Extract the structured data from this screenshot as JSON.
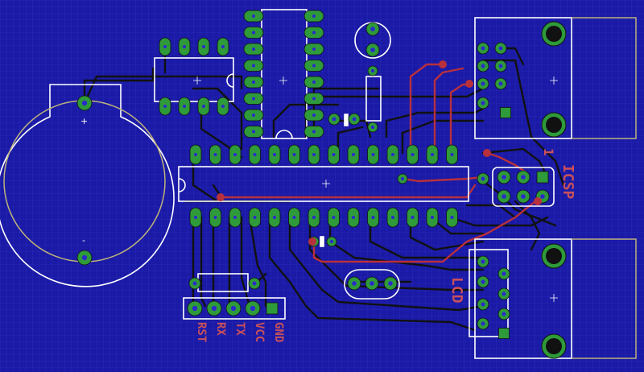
{
  "colors": {
    "background": "#1a1aa6",
    "grid": "#3a3ad0",
    "trace_bottom": "#111111",
    "trace_top": "#b8303c",
    "pad": "#2e9a3a",
    "silkscreen": "#ffffff",
    "outline": "#bdb27a",
    "label": "#c8505a"
  },
  "labels": {
    "header_pins": [
      "RST",
      "RX",
      "TX",
      "VCC",
      "GND"
    ],
    "icsp": "ICSP",
    "icsp_pin1": "1",
    "lcd": "LCD",
    "battery_plus": "+",
    "battery_minus": "-"
  }
}
